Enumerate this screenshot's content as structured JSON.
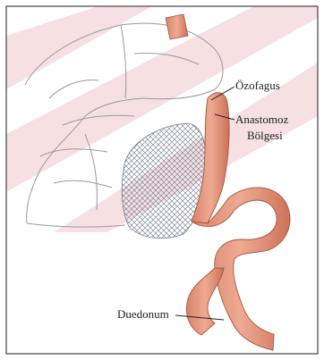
{
  "labels": {
    "ozofagus": "Özofagus",
    "anastomoz": "Anastomoz",
    "bolgesi": "Bölgesi",
    "duedonum": "Duedonum"
  },
  "colors": {
    "border": "#444444",
    "watermark": "#f0c8cc",
    "organ_fill": "#e89f86",
    "organ_stroke": "#a8553d",
    "line_art": "#9a9a9a",
    "mesh": "#6f7f90"
  }
}
